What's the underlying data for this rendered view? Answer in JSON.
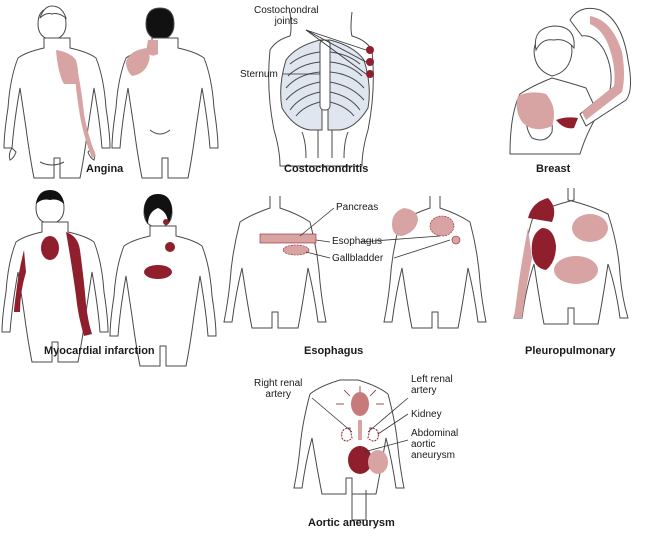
{
  "colors": {
    "outline": "#4a4a4a",
    "skin": "#ffffff",
    "pain_light": "#d8a3a3",
    "pain_dark": "#8f1f2c",
    "bone": "#dfe6ef",
    "hair": "#111111"
  },
  "panels": {
    "angina": {
      "caption": "Angina"
    },
    "costochondritis": {
      "caption": "Costochondritis",
      "labels": {
        "joints": "Costochondral\njoints",
        "sternum": "Sternum"
      }
    },
    "breast": {
      "caption": "Breast"
    },
    "myocardial": {
      "caption": "Myocardial infarction"
    },
    "esophagus": {
      "caption": "Esophagus",
      "labels": {
        "pancreas": "Pancreas",
        "esophagus": "Esophagus",
        "gallbladder": "Gallbladder"
      }
    },
    "pleuropulmonary": {
      "caption": "Pleuropulmonary"
    },
    "aortic": {
      "caption": "Aortic aneurysm",
      "labels": {
        "right_renal": "Right renal\nartery",
        "left_renal": "Left renal\nartery",
        "kidney": "Kidney",
        "abdominal": "Abdominal\naortic\naneurysm"
      }
    }
  }
}
